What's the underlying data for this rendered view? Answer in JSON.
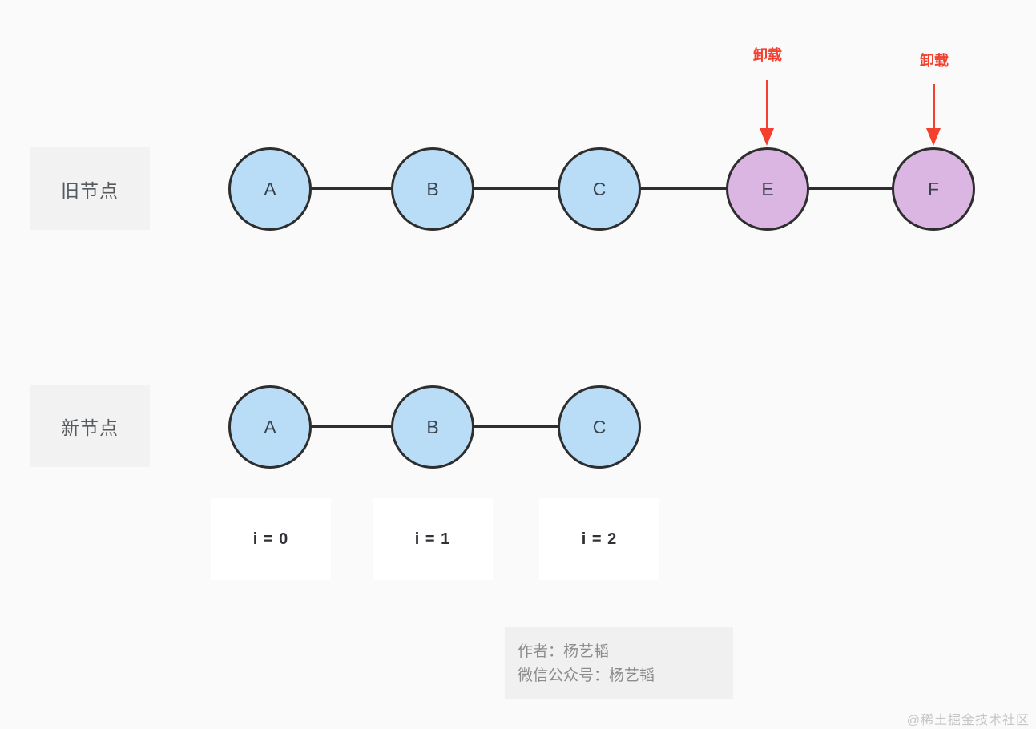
{
  "page": {
    "background": "#fafafa",
    "watermark": "@稀土掘金技术社区"
  },
  "colors": {
    "node_blue_fill": "#b9ddf6",
    "node_purple_fill": "#dcb6e3",
    "node_stroke": "#2e2e2e",
    "unmount_red": "#f4402e",
    "label_box_bg": "#f2f2f2",
    "index_box_bg": "#ffffff",
    "author_box_bg": "#f0f0f0"
  },
  "old_row": {
    "label": "旧节点",
    "nodes": [
      {
        "label": "A",
        "color": "blue"
      },
      {
        "label": "B",
        "color": "blue"
      },
      {
        "label": "C",
        "color": "blue"
      },
      {
        "label": "E",
        "color": "purple"
      },
      {
        "label": "F",
        "color": "purple"
      }
    ]
  },
  "new_row": {
    "label": "新节点",
    "nodes": [
      {
        "label": "A",
        "color": "blue"
      },
      {
        "label": "B",
        "color": "blue"
      },
      {
        "label": "C",
        "color": "blue"
      }
    ]
  },
  "unmount_annotations": [
    {
      "label": "卸载",
      "target": "E"
    },
    {
      "label": "卸载",
      "target": "F"
    }
  ],
  "index_labels": [
    "i = 0",
    "i = 1",
    "i = 2"
  ],
  "author_box": {
    "line1": "作者：杨艺韬",
    "line2": "微信公众号：杨艺韬"
  }
}
